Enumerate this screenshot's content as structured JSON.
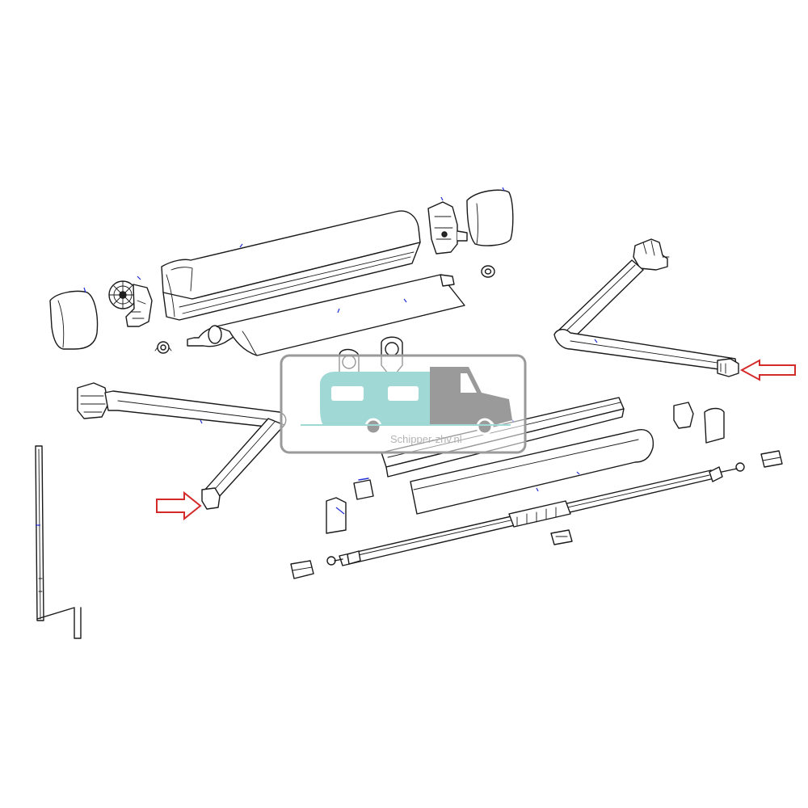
{
  "watermark": {
    "text": "Schipper-zhv.nl",
    "colors": {
      "caravan": "#9fd8d4",
      "van": "#9a9a9a",
      "frame": "#9a9a9a"
    }
  },
  "callouts": {
    "arrow_color": "#d42a2a",
    "arrows": [
      {
        "target": "left-arm-foot"
      },
      {
        "target": "right-arm-foot"
      }
    ]
  }
}
